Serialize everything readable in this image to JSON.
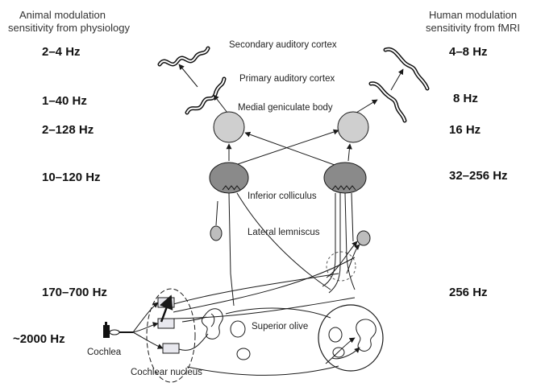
{
  "headers": {
    "animal_line1": "Animal modulation",
    "animal_line2": "sensitivity from physiology",
    "human_line1": "Human modulation",
    "human_line2": "sensitivity from fMRI"
  },
  "animal_values": [
    "2–4 Hz",
    "1–40 Hz",
    "2–128 Hz",
    "10–120 Hz",
    "170–700 Hz",
    "~2000 Hz"
  ],
  "human_values": [
    "4–8 Hz",
    "8 Hz",
    "16 Hz",
    "32–256 Hz",
    "256 Hz"
  ],
  "structures": {
    "secondary_cortex": "Secondary auditory cortex",
    "primary_cortex": "Primary auditory cortex",
    "mgb": "Medial geniculate body",
    "inferior_colliculus": "Inferior colliculus",
    "lateral_lemniscus": "Lateral lemniscus",
    "superior_olive": "Superior olive",
    "cochlea": "Cochlea",
    "cochlear_nucleus": "Cochlear nucleus"
  },
  "colors": {
    "mgb_fill": "#cfcfcf",
    "ic_fill": "#8a8a8a",
    "ll_fill": "#bdbdbd",
    "line": "#1a1a1a"
  }
}
